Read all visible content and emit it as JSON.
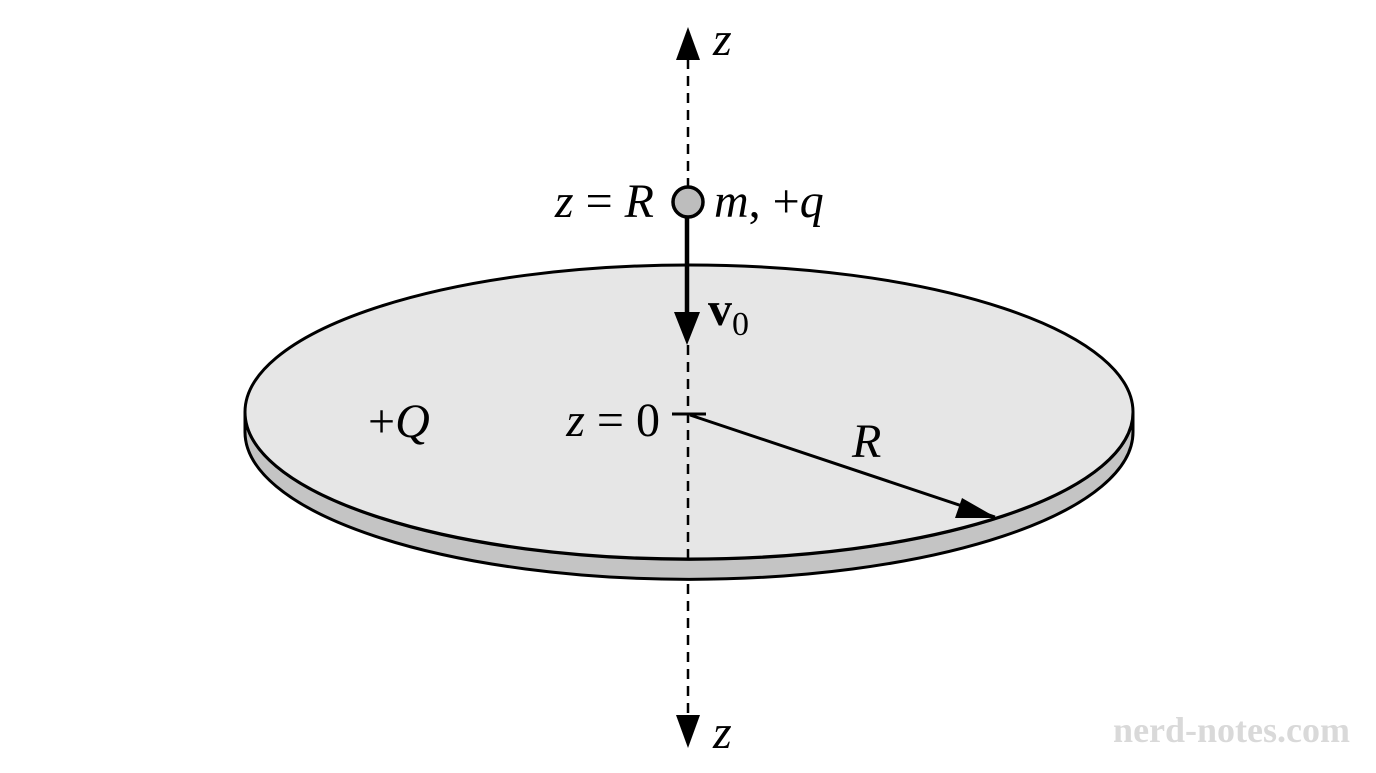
{
  "diagram": {
    "labels": {
      "z_axis_top": "z",
      "z_axis_bottom": "z",
      "particle_position": {
        "var": "z",
        "eq": " = ",
        "val": "R"
      },
      "particle_props": {
        "mass": "m",
        "sep": ", ",
        "charge_sign": "+",
        "charge": "q"
      },
      "velocity": {
        "symbol": "v",
        "subscript": "0"
      },
      "disk_charge": {
        "sign": "+",
        "symbol": "Q"
      },
      "origin": {
        "var": "z",
        "eq": " = ",
        "val": "0"
      },
      "radius": "R"
    },
    "watermark": "nerd-notes.com",
    "colors": {
      "disk_top": "#e6e6e6",
      "disk_edge": "#c4c4c4",
      "particle_fill": "#bdbdbd",
      "ink": "#000000",
      "watermark": "#d9d9d9"
    }
  }
}
